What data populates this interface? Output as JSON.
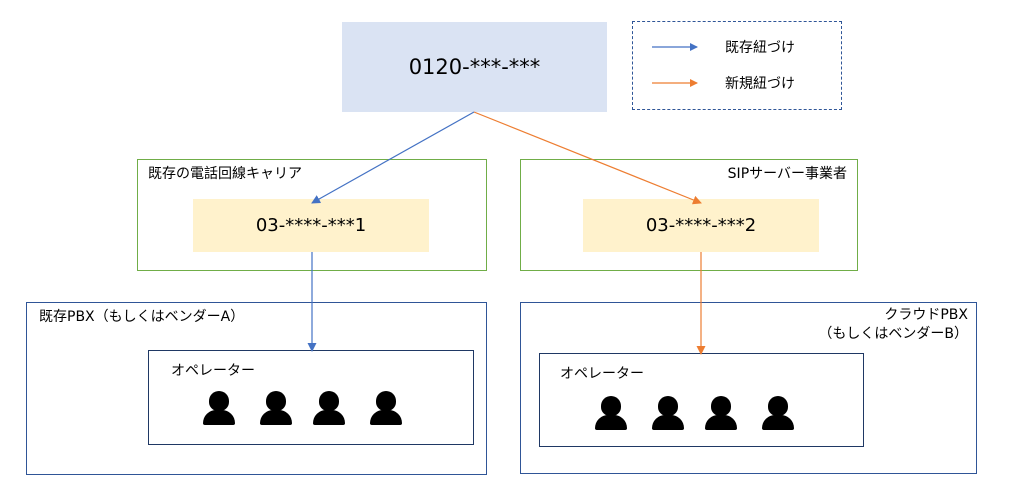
{
  "top_number": "0120-***-***",
  "legend": {
    "existing_label": "既存紐づけ",
    "new_label": "新規紐づけ",
    "existing_color": "#4472c4",
    "new_color": "#ed7d31"
  },
  "carrier_existing": {
    "title": "既存の電話回線キャリア",
    "number": "03-****-***1"
  },
  "carrier_sip": {
    "title": "SIPサーバー事業者",
    "number": "03-****-***2"
  },
  "pbx_existing": {
    "title": "既存PBX（もしくはベンダーA）",
    "operators_label": "オペレーター"
  },
  "pbx_cloud": {
    "title_line1": "クラウドPBX",
    "title_line2": "（もしくはベンダーB）",
    "operators_label": "オペレーター"
  },
  "icons": {
    "operator": "female-operator-icon"
  }
}
